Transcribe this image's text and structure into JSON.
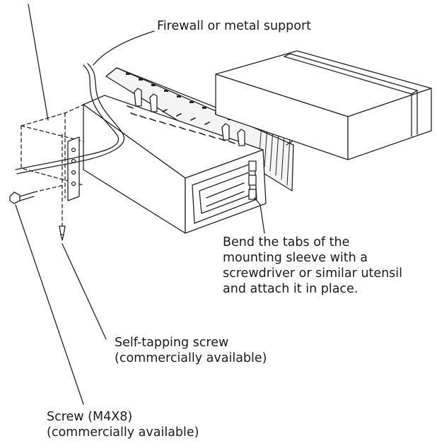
{
  "labels": {
    "firewall": "Firewall or metal support",
    "bend_tabs": [
      "Bend the tabs of the",
      "mounting sleeve with a",
      "screwdriver or similar utensil",
      "and attach it in place."
    ],
    "self_tapping": [
      "Self-tapping screw",
      "(commercially available)"
    ],
    "screw_m4x8": [
      "Screw (M4X8)",
      "(commercially available)"
    ]
  }
}
